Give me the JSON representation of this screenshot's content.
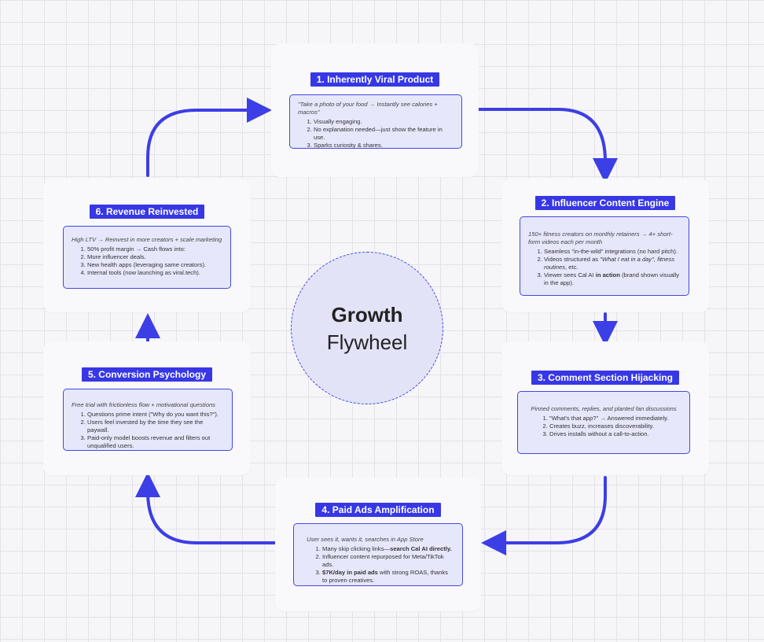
{
  "center": {
    "title": "Growth",
    "subtitle": "Flywheel"
  },
  "steps": [
    {
      "title": "1. Inherently Viral Product",
      "intro": "\"Take a photo of your food → Instantly see calories + macros\"",
      "items": [
        {
          "text": "Visually engaging."
        },
        {
          "text": "No explanation needed—just show the feature in use."
        },
        {
          "text": "Sparks curiosity & shares."
        }
      ]
    },
    {
      "title": "2. Influencer Content Engine",
      "intro": "150+ fitness creators on monthly retainers → 4+ short-form videos each per month",
      "items": [
        {
          "text": "Seamless \"in-the-wild\" integrations (no hard pitch)."
        },
        {
          "pre": "Videos structured as ",
          "em": "\"What I eat in a day\", fitness routines",
          "post": ", etc."
        },
        {
          "pre": "Viewer sees Cal AI ",
          "strong": "in action",
          "post": " (brand shown visually in the app)."
        }
      ]
    },
    {
      "title": "3. Comment Section Hijacking",
      "intro": "Pinned comments, replies, and planted fan discussions",
      "items": [
        {
          "text": "\"What's that app?\" → Answered immediately."
        },
        {
          "text": "Creates buzz, increases discoverability."
        },
        {
          "text": "Drives installs without a call-to-action."
        }
      ]
    },
    {
      "title": "4. Paid Ads Amplification",
      "intro": "User sees it, wants it, searches in App Store",
      "items": [
        {
          "pre": "Many skip clicking links—",
          "strong": "search Cal AI directly.",
          "post": ""
        },
        {
          "text": "Influencer content repurposed for Meta/TikTok ads."
        },
        {
          "pre": "",
          "strong": "$7K/day in paid ads",
          "post": " with strong ROAS, thanks to proven creatives."
        }
      ]
    },
    {
      "title": "5. Conversion Psychology",
      "intro": "Free trial with frictionless flow + motivational questions",
      "items": [
        {
          "text": "Questions prime intent (\"Why do you want this?\")."
        },
        {
          "text": "Users feel invested by the time they see the paywall."
        },
        {
          "text": "Paid-only model boosts revenue and filters out unqualified users."
        }
      ]
    },
    {
      "title": "6. Revenue Reinvested",
      "intro": "High LTV → Reinvest in more creators + scale marketing",
      "items": [
        {
          "text": "50% profit margin → Cash flows into:"
        },
        {
          "text": "More influencer deals."
        },
        {
          "text": "New health apps (leveraging same creators)."
        },
        {
          "text": "Internal tools (now launching as viral.tech)."
        }
      ]
    }
  ],
  "colors": {
    "accent": "#3737e6",
    "box_fill": "#e6e7fa",
    "card": "#f9f9fb",
    "hub_fill": "#e2e3f7"
  }
}
